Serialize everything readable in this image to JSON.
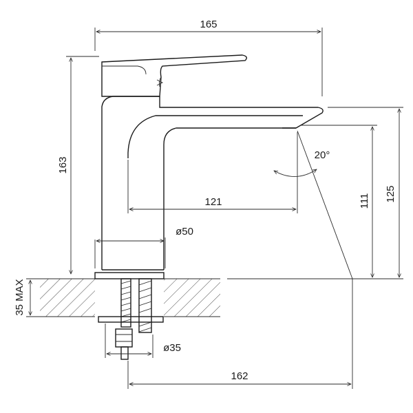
{
  "dimensions": {
    "total_width": "165",
    "total_height": "163",
    "spout_height_right": "125",
    "spout_outlet_height": "111",
    "spout_reach": "121",
    "body_diameter": "ø50",
    "hole_diameter": "ø35",
    "max_countertop": "35 MAX",
    "spout_angle": "20°",
    "pipe_length": "162"
  }
}
